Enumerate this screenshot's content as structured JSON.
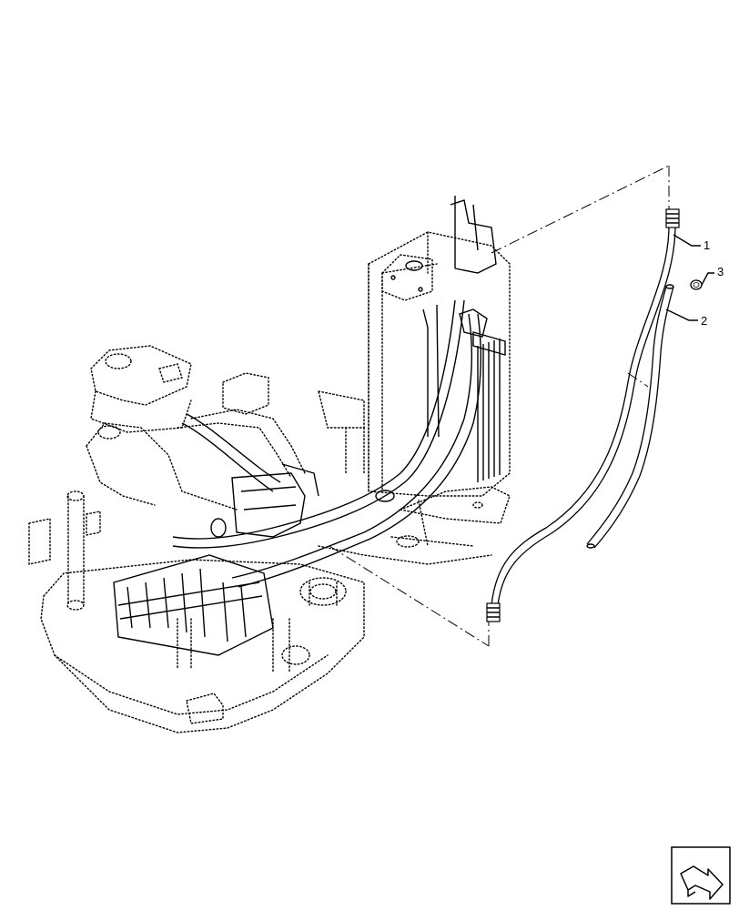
{
  "callouts": [
    {
      "label": "1"
    },
    {
      "label": "2"
    },
    {
      "label": "3"
    }
  ],
  "nav_button": {
    "icon": "arrow-icon"
  },
  "colors": {
    "line": "#000000",
    "background": "#ffffff"
  }
}
